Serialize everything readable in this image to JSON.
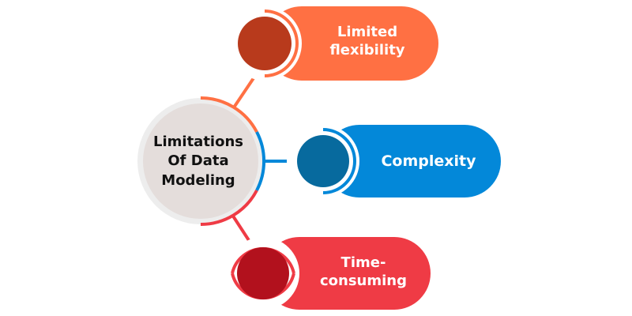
{
  "center": {
    "lines": [
      "Limitations",
      "Of Data",
      "Modeling"
    ]
  },
  "items": [
    {
      "lines": [
        "Limited",
        "flexibility"
      ],
      "color": "#FF7043",
      "dot_color": "#B83A1C"
    },
    {
      "lines": [
        "Complexity"
      ],
      "color": "#0388D9",
      "dot_color": "#076A9E"
    },
    {
      "lines": [
        "Time-",
        "consuming"
      ],
      "color": "#EF3B45",
      "dot_color": "#B2111D"
    }
  ],
  "colors": {
    "center_fill": "#E4DDDB",
    "center_ring": "#EDEDED",
    "text_dark": "#111111"
  }
}
